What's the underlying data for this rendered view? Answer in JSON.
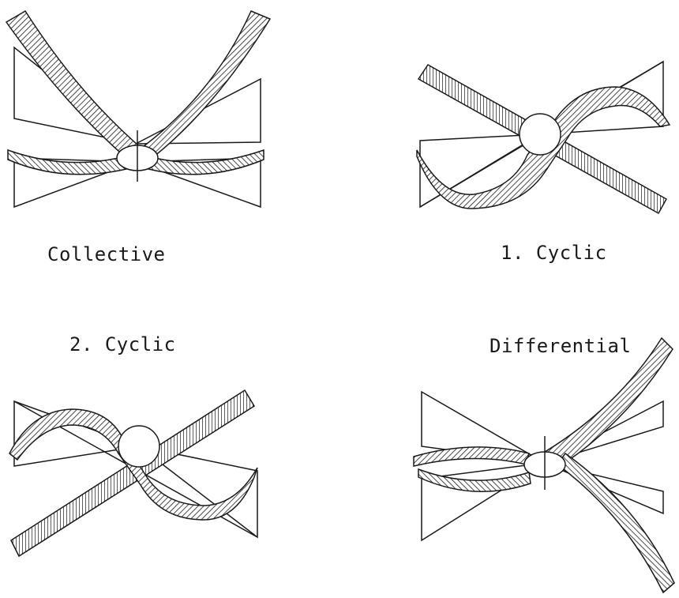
{
  "figure": {
    "panels": [
      {
        "id": "collective",
        "caption": "Collective"
      },
      {
        "id": "cyclic1",
        "caption": "1. Cyclic"
      },
      {
        "id": "cyclic2",
        "caption": "2. Cyclic"
      },
      {
        "id": "differential",
        "caption": "Differential"
      }
    ]
  },
  "colors": {
    "ink": "#1a1a1a",
    "paper": "#ffffff"
  }
}
